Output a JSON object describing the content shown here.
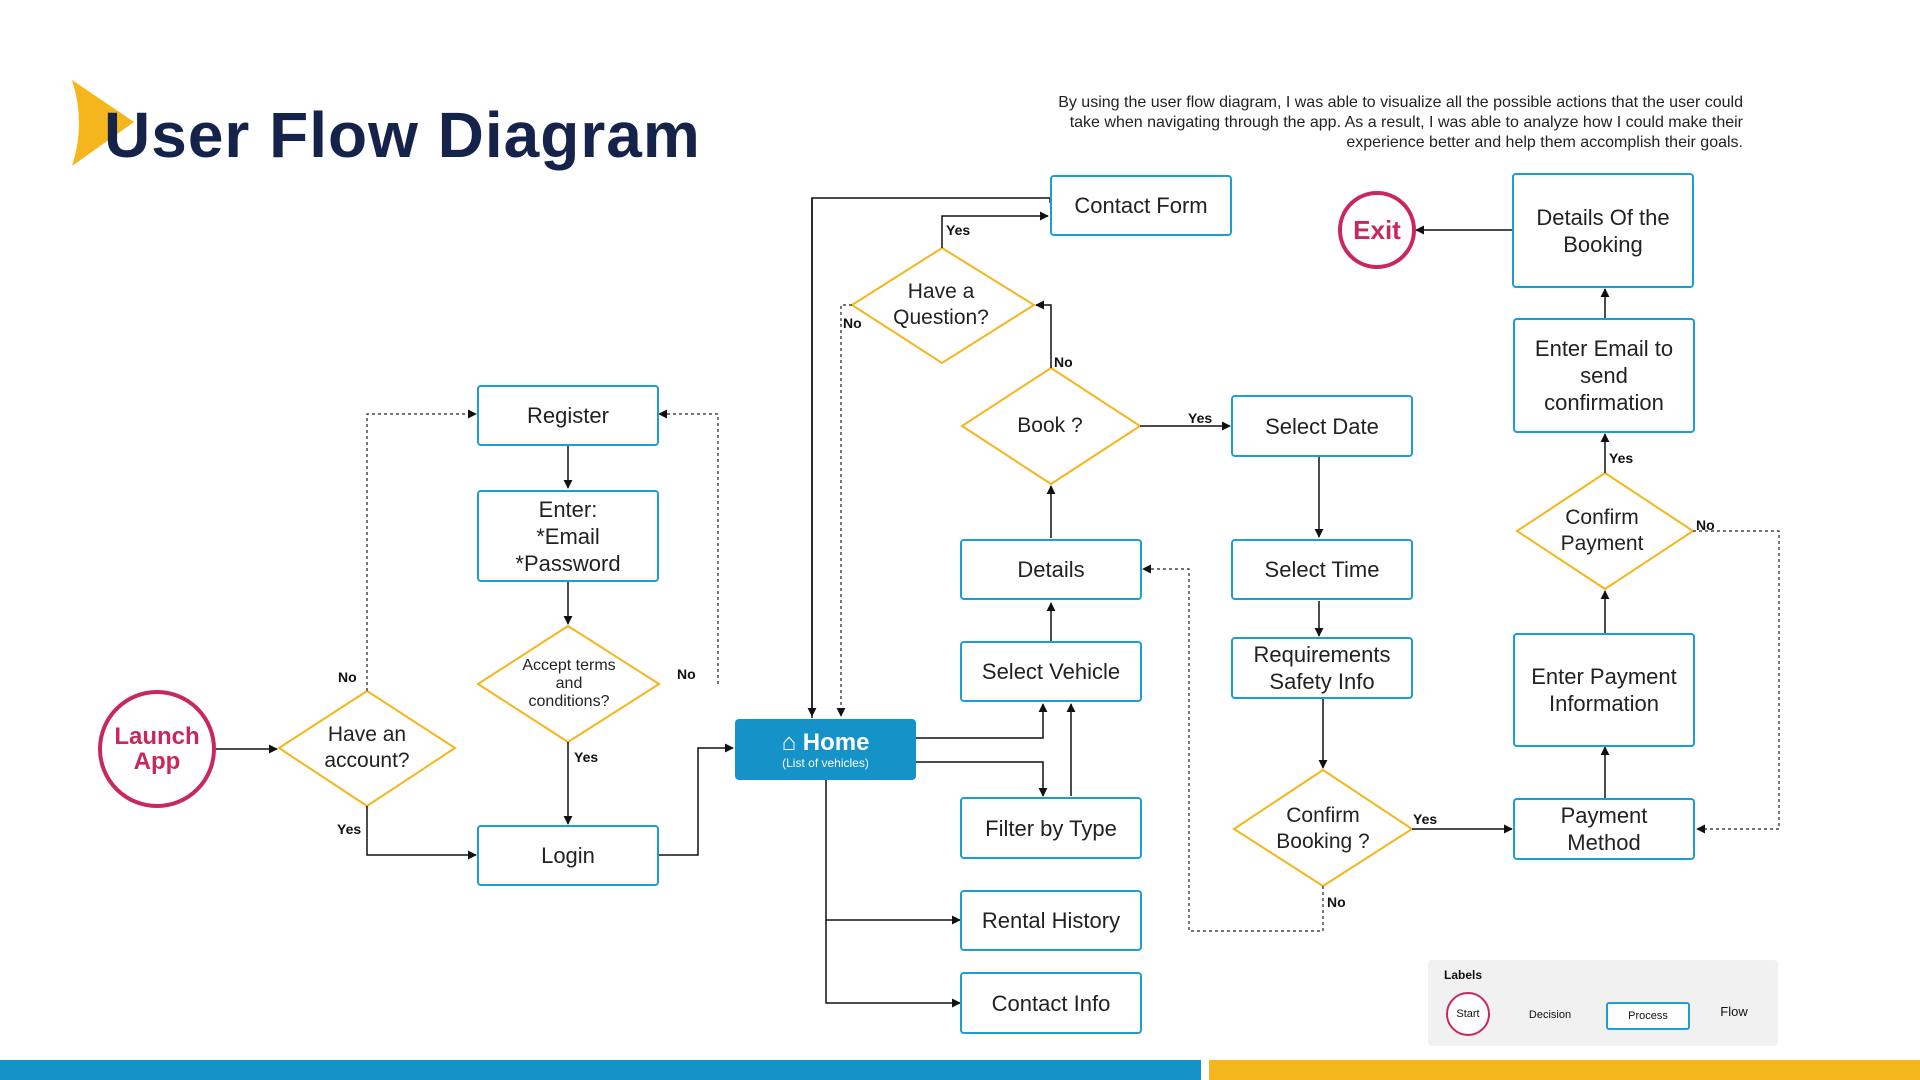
{
  "header": {
    "title": "User Flow Diagram",
    "intro": "By using the user flow diagram, I was able to visualize all the possible actions that the user could take when navigating through the app. As a result, I was able to analyze how I could make their experience better and help them accomplish their goals."
  },
  "nodes": {
    "launch_app": "Launch App",
    "have_account": "Have an account?",
    "register": "Register",
    "enter_credentials": "Enter:\n*Email\n*Password",
    "accept_terms": "Accept terms and conditions?",
    "login": "Login",
    "home_title": "Home",
    "home_subtitle": "(List of vehicles)",
    "contact_form": "Contact Form",
    "have_question": "Have a Question?",
    "book": "Book ?",
    "details": "Details",
    "select_vehicle": "Select Vehicle",
    "filter_by_type": "Filter by Type",
    "rental_history": "Rental History",
    "contact_info": "Contact Info",
    "select_date": "Select Date",
    "select_time": "Select Time",
    "requirements": "Requirements Safety Info",
    "confirm_booking": "Confirm Booking ?",
    "payment_method": "Payment Method",
    "enter_payment": "Enter Payment Information",
    "confirm_payment": "Confirm Payment",
    "enter_email": "Enter Email to send confirmation",
    "booking_details": "Details Of the Booking",
    "exit": "Exit"
  },
  "edge_labels": {
    "account_no": "No",
    "account_yes": "Yes",
    "terms_no": "No",
    "terms_yes": "Yes",
    "question_yes": "Yes",
    "question_no": "No",
    "book_no": "No",
    "book_yes": "Yes",
    "confirm_booking_yes": "Yes",
    "confirm_booking_no": "No",
    "confirm_payment_yes": "Yes",
    "confirm_payment_no": "No"
  },
  "legend": {
    "title": "Labels",
    "start": "Start",
    "decision": "Decision",
    "process": "Process",
    "flow": "Flow"
  },
  "colors": {
    "navy": "#15224a",
    "process_border": "#1a9ed4",
    "decision_border": "#f5b51c",
    "start_border": "#c8285a",
    "home_fill": "#1593c8",
    "bottom_bar_blue": "#1593c8",
    "bottom_bar_yellow": "#f5b51c"
  },
  "icons": {
    "home": "home-icon",
    "header_accent": "chevron-shape"
  }
}
